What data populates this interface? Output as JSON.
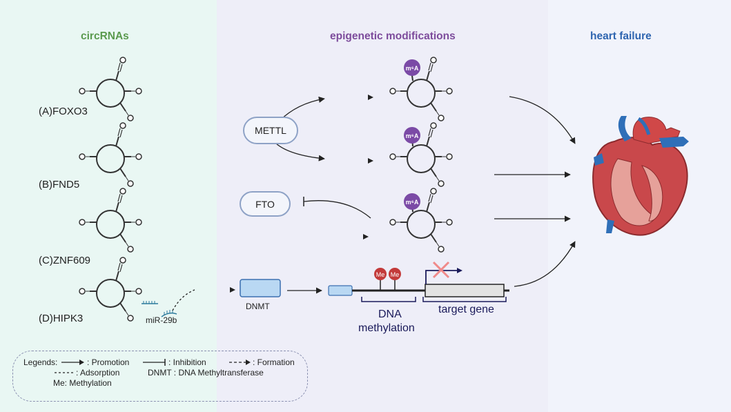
{
  "columns": {
    "circrnas": "circRNAs",
    "epigenetic": "epigenetic modifications",
    "heart_failure": "heart failure"
  },
  "circrnas": [
    {
      "label": "(A)FOXO3"
    },
    {
      "label": "(B)FND5"
    },
    {
      "label": "(C)ZNF609"
    },
    {
      "label": "(D)HIPK3"
    }
  ],
  "enzymes": {
    "mettl": "METTL",
    "fto": "FTO",
    "dnmt": "DNMT"
  },
  "mirna": "miR-29b",
  "m6a_badge": "m⁶A",
  "methyl_badge": "Me",
  "gene": {
    "dna_methylation_line1": "DNA",
    "dna_methylation_line2": "methylation",
    "target_gene": "target gene"
  },
  "legend": {
    "title": "Legends:",
    "promotion": ": Promotion",
    "inhibition": ": Inhibition",
    "formation": ": Formation",
    "adsorption": ": Adsorption",
    "dnmt_def": "DNMT : DNA Methyltransferase",
    "me_def": "Me: Methylation"
  },
  "colors": {
    "circ_title": "#5a9a4e",
    "epi_title": "#7d4c9c",
    "hf_title": "#2f65b0",
    "m6a": "#7b4aa6",
    "methyl": "#c33a3a",
    "dnmt_fill": "#b9d8f3",
    "inhibit_cross": "#f08a8a"
  }
}
